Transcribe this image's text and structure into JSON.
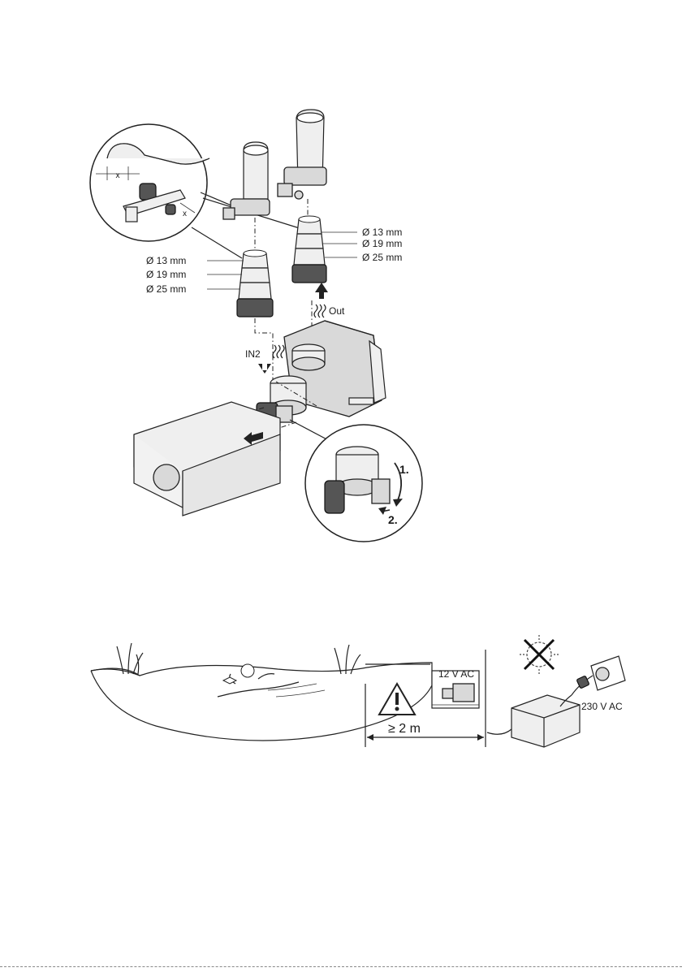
{
  "hose_detail": {
    "dimension_x_top": "x",
    "dimension_x_side": "x"
  },
  "left_adapter": {
    "diameters": [
      "Ø 13 mm",
      "Ø 19 mm",
      "Ø 25 mm"
    ]
  },
  "right_adapter": {
    "diameters": [
      "Ø 13 mm",
      "Ø 19 mm",
      "Ø 25 mm"
    ]
  },
  "flow_labels": {
    "outlet": "Out",
    "inlet": "IN2"
  },
  "rotation_steps": {
    "step_1": "1.",
    "step_2": "2."
  },
  "installation": {
    "voltage_pump": "12 V AC",
    "voltage_mains": "230 V AC",
    "min_distance": "≥ 2 m"
  },
  "icons": [
    "warning-triangle-icon",
    "no-sun-icon",
    "wave-flow-icon",
    "arrow-up-icon",
    "arrow-down-icon"
  ]
}
